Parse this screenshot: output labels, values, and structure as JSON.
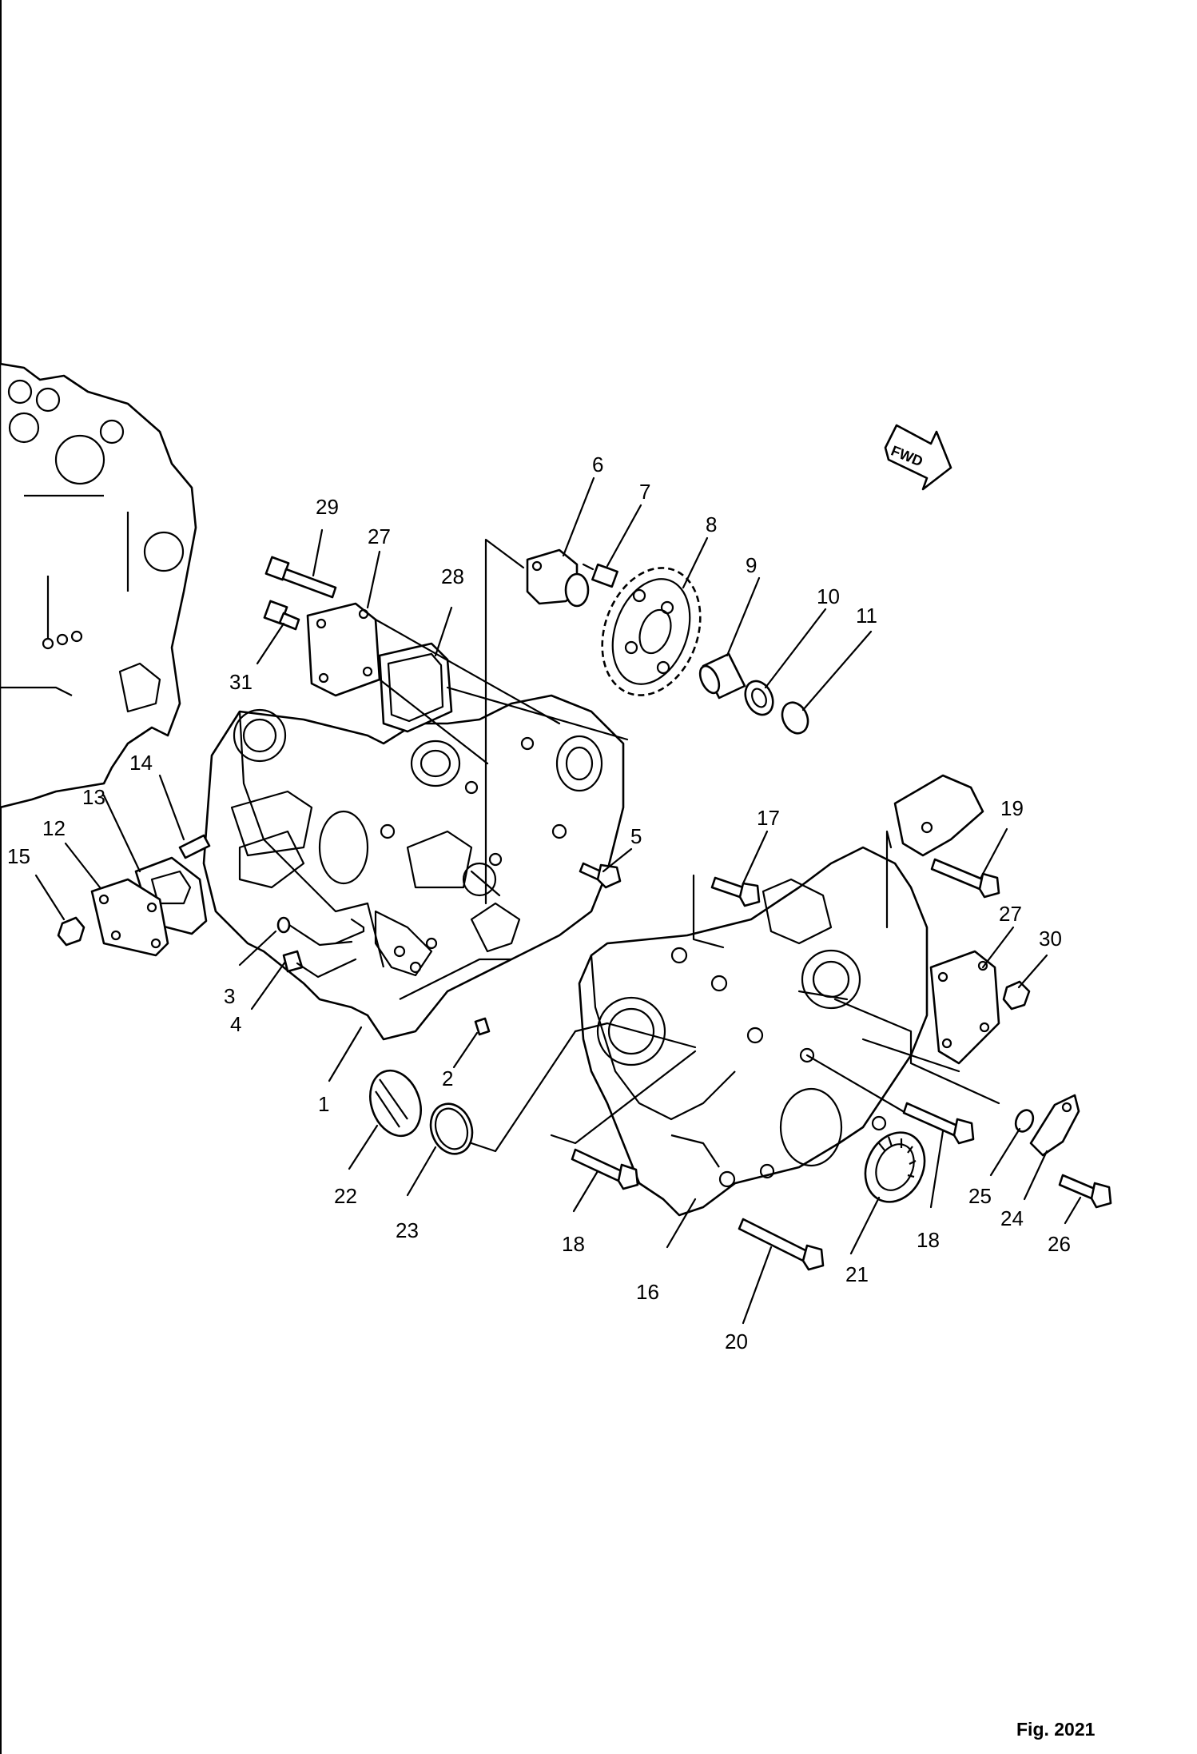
{
  "figure_label": "Fig. 2021",
  "fwd_label": "FWD",
  "callouts": [
    {
      "id": "c1",
      "text": "1"
    },
    {
      "id": "c2",
      "text": "2"
    },
    {
      "id": "c3",
      "text": "3"
    },
    {
      "id": "c4",
      "text": "4"
    },
    {
      "id": "c5",
      "text": "5"
    },
    {
      "id": "c6",
      "text": "6"
    },
    {
      "id": "c7",
      "text": "7"
    },
    {
      "id": "c8",
      "text": "8"
    },
    {
      "id": "c9",
      "text": "9"
    },
    {
      "id": "c10",
      "text": "10"
    },
    {
      "id": "c11",
      "text": "11"
    },
    {
      "id": "c12",
      "text": "12"
    },
    {
      "id": "c13",
      "text": "13"
    },
    {
      "id": "c14",
      "text": "14"
    },
    {
      "id": "c15",
      "text": "15"
    },
    {
      "id": "c16",
      "text": "16"
    },
    {
      "id": "c17",
      "text": "17"
    },
    {
      "id": "c18a",
      "text": "18"
    },
    {
      "id": "c18b",
      "text": "18"
    },
    {
      "id": "c19",
      "text": "19"
    },
    {
      "id": "c20",
      "text": "20"
    },
    {
      "id": "c21",
      "text": "21"
    },
    {
      "id": "c22",
      "text": "22"
    },
    {
      "id": "c23",
      "text": "23"
    },
    {
      "id": "c24",
      "text": "24"
    },
    {
      "id": "c25",
      "text": "25"
    },
    {
      "id": "c26",
      "text": "26"
    },
    {
      "id": "c27a",
      "text": "27"
    },
    {
      "id": "c27b",
      "text": "27"
    },
    {
      "id": "c28",
      "text": "28"
    },
    {
      "id": "c29",
      "text": "29"
    },
    {
      "id": "c30",
      "text": "30"
    },
    {
      "id": "c31",
      "text": "31"
    }
  ]
}
